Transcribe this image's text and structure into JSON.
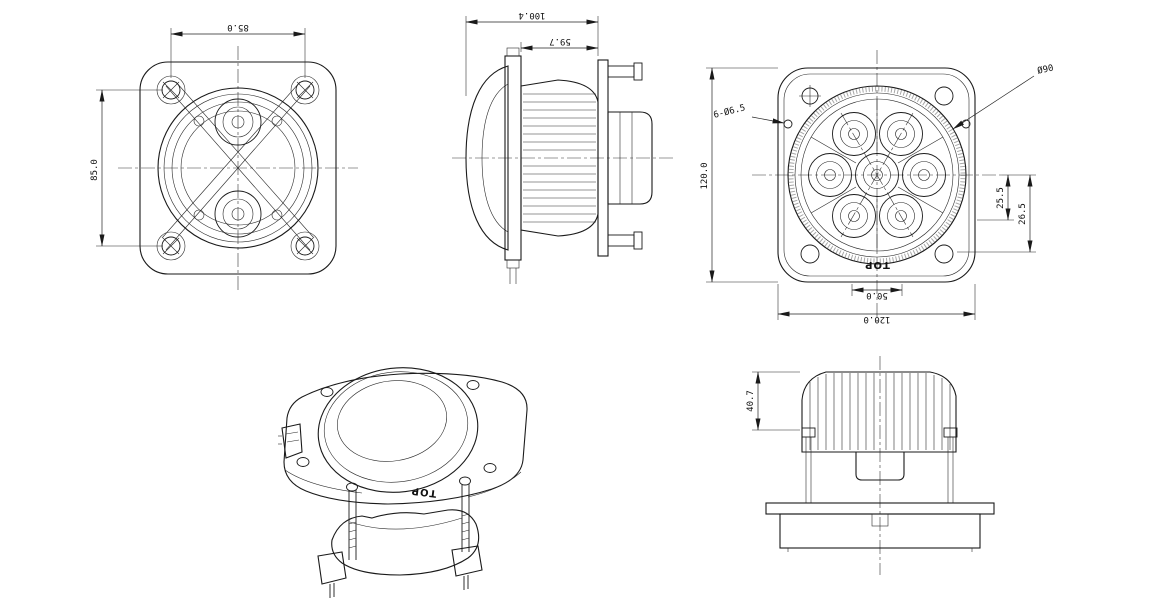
{
  "colors": {
    "background": "#ffffff",
    "line": "#1a1a1a"
  },
  "views": {
    "rear": {
      "dim_width_top": "85.0",
      "dim_height_left": "85.0"
    },
    "side": {
      "dim_overall_depth": "100.4",
      "dim_body_depth": "59.7"
    },
    "front": {
      "dim_height_left": "120.0",
      "dim_width_bottom": "120.0",
      "dim_hole_spacing": "50.0",
      "dim_right_upper": "25.5",
      "dim_right_lower": "26.5",
      "label_mount_holes": "6-Ø6.5",
      "label_lens_diameter": "Ø90",
      "label_orientation": "TOP"
    },
    "isometric": {
      "label_orientation": "TOP"
    },
    "rear_elevation": {
      "dim_height": "40.7"
    }
  }
}
